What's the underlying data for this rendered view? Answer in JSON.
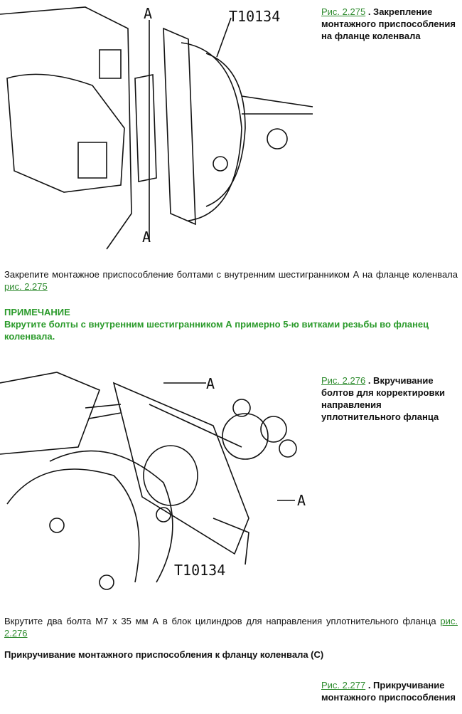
{
  "figures": [
    {
      "link": "Рис. 2.275",
      "title": ". Закрепление монтажного приспособления на фланце коленвала",
      "labels": {
        "tool": "T10134",
        "a_top": "A",
        "a_bottom": "A"
      }
    },
    {
      "link": "Рис. 2.276",
      "title": ". Вкручивание болтов для корректировки направления уплотнительного фланца",
      "labels": {
        "tool": "T10134",
        "a_top": "A",
        "a_right": "A"
      }
    },
    {
      "link": "Рис. 2.277",
      "title": ". Прикручивание монтажного приспособления"
    }
  ],
  "paragraph1": {
    "text": "Закрепите монтажное приспособление болтами с внутренним шестигранником А на фланце коленвала",
    "link": "рис. 2.275"
  },
  "note": {
    "title": "ПРИМЕЧАНИЕ",
    "text": "Вкрутите болты с внутренним шестигранником А примерно 5-ю витками резьбы во фланец коленвала."
  },
  "paragraph2": {
    "text": "Вкрутите два болта М7 х 35 мм А в блок цилиндров для направления уплотнительного фланца",
    "link": "рис. 2.276"
  },
  "heading": "Прикручивание монтажного приспособления к фланцу коленвала (С)"
}
